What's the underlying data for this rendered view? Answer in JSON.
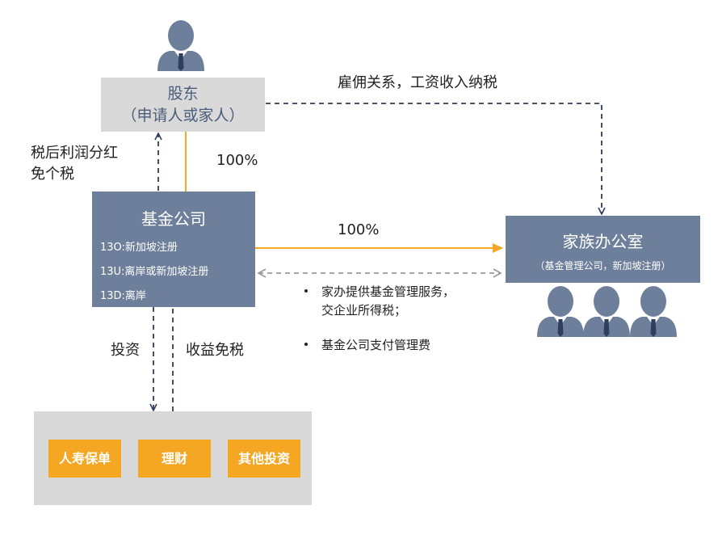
{
  "shareholder": {
    "line1": "股东",
    "line2": "（申请人或家人）"
  },
  "fund_company": {
    "title": "基金公司",
    "lines": [
      "13O:新加坡注册",
      "13U:离岸或新加坡注册",
      "13D:离岸"
    ]
  },
  "family_office": {
    "title": "家族办公室",
    "subtitle": "（基金管理公司，新加坡注册）"
  },
  "investments": [
    "人寿保单",
    "理财",
    "其他投资"
  ],
  "labels": {
    "employment": "雇佣关系，工资收入纳税",
    "dividend_line1": "税后利润分红",
    "dividend_line2": "免个税",
    "ownership_fund": "100%",
    "ownership_office": "100%",
    "invest": "投资",
    "income_exempt": "收益免税"
  },
  "services": [
    {
      "line1": "家办提供基金管理服务，",
      "line2": "交企业所得税；"
    },
    {
      "line1": "基金公司支付管理费",
      "line2": ""
    }
  ],
  "colors": {
    "box_blue": "#6d7f9b",
    "box_grey": "#d9d9d9",
    "orange": "#f5a623",
    "navy_arrow": "#2f3e5c",
    "grey_arrow": "#9a9a9a",
    "person_icon": "#6d7f9b"
  },
  "icons": [
    "person-icon",
    "person-icon",
    "person-icon",
    "person-icon"
  ]
}
